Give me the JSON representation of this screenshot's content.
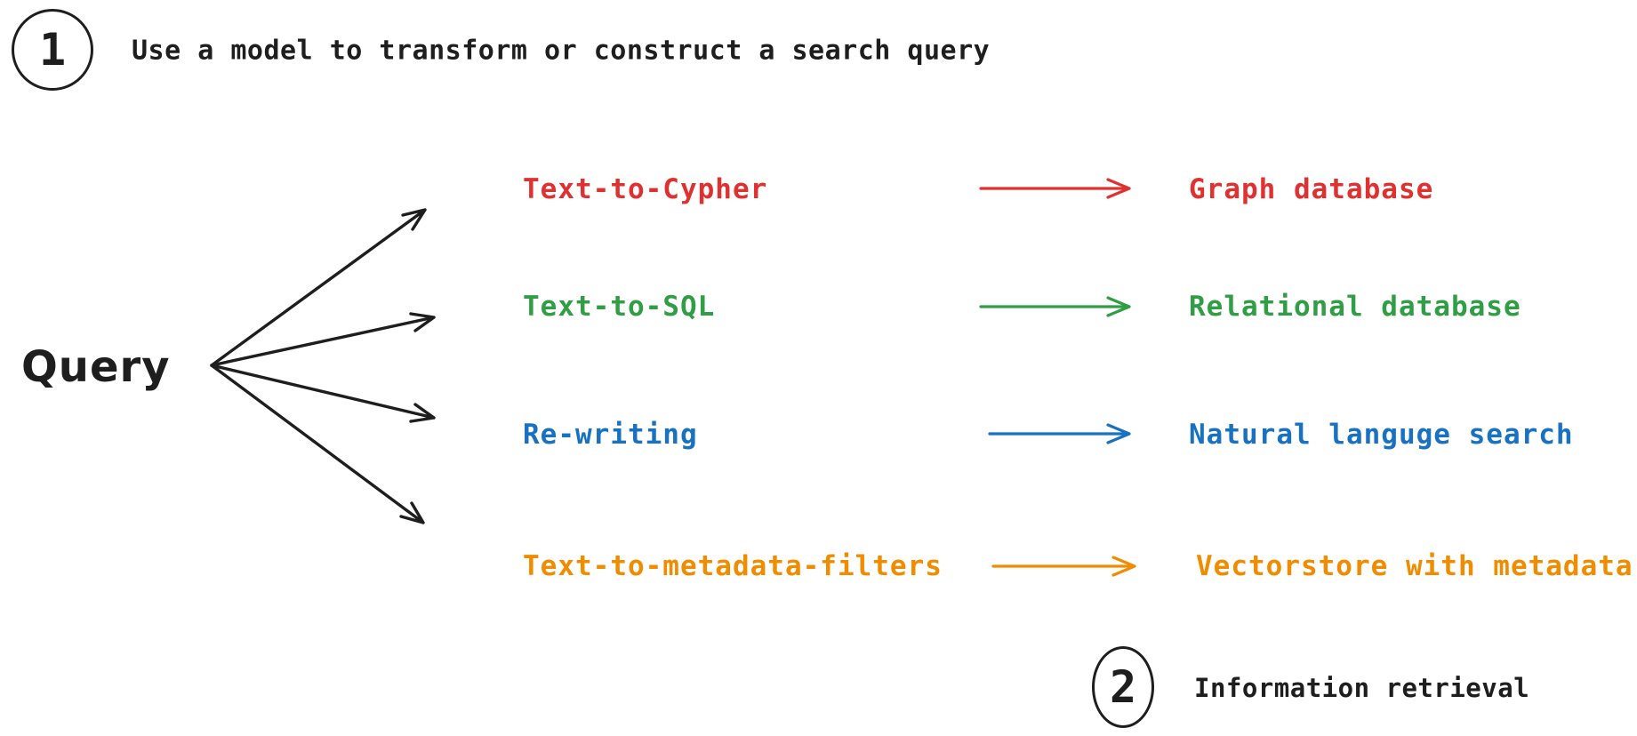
{
  "canvas": {
    "background": "#ffffff",
    "ink_color": "#1e1e1e"
  },
  "step1": {
    "number": "1",
    "label": "Use a model to transform or construct a search query"
  },
  "step2": {
    "number": "2",
    "label": "Information retrieval"
  },
  "query": {
    "label": "Query"
  },
  "branches": [
    {
      "method": "Text-to-Cypher",
      "target": "Graph database",
      "color": "#e03131"
    },
    {
      "method": "Text-to-SQL",
      "target": "Relational database",
      "color": "#2f9e44"
    },
    {
      "method": "Re-writing",
      "target": "Natural languge search",
      "color": "#1971c2"
    },
    {
      "method": "Text-to-metadata-filters",
      "target": "Vectorstore with metadata",
      "color": "#f08c00"
    }
  ]
}
